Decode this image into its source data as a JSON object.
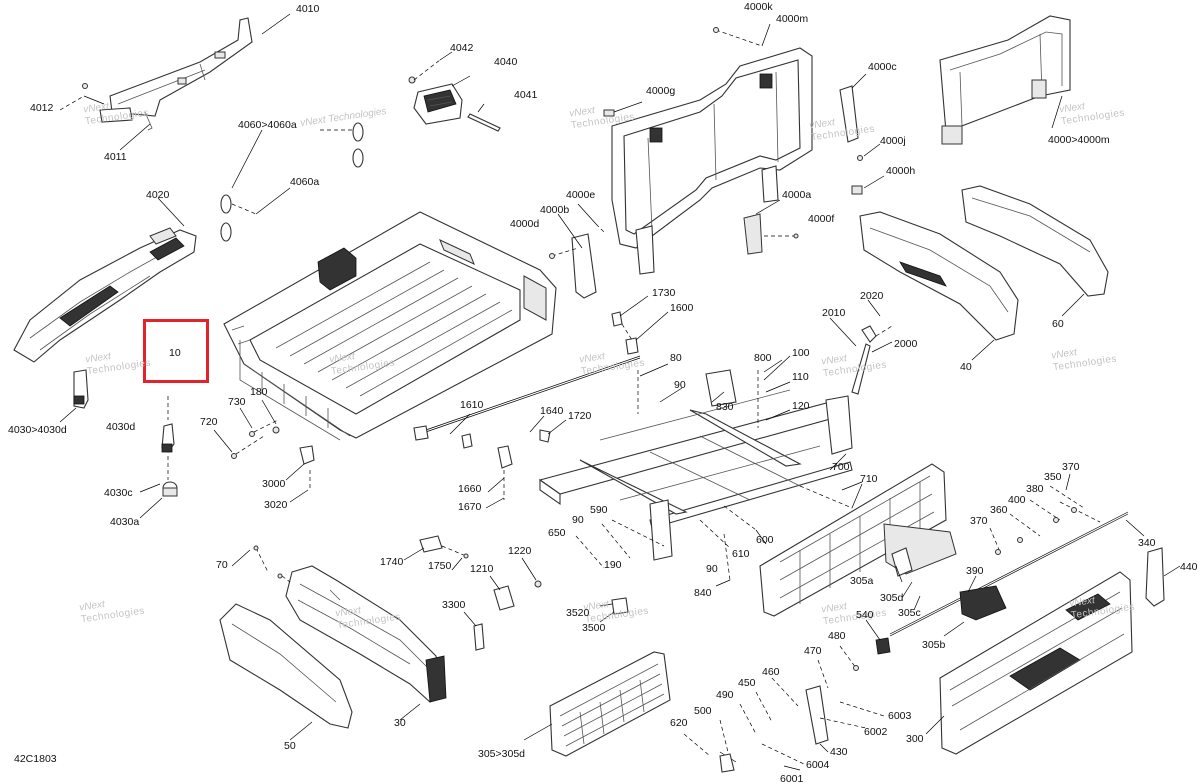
{
  "diagram_code": "42C1803",
  "highlighted_part": "10",
  "watermark": {
    "line1": "vNext",
    "line2": "Technologies",
    "line_alt": "vNext Technologies"
  },
  "labels": [
    "4010",
    "4012",
    "4011",
    "4020",
    "4042",
    "4040",
    "4041",
    "4060>4060a",
    "4060a",
    "4030>4030d",
    "4030d",
    "4030c",
    "4030a",
    "720",
    "730",
    "180",
    "3000",
    "3020",
    "4000k",
    "4000m",
    "4000g",
    "4000c",
    "4000j",
    "4000h",
    "4000>4000m",
    "4000e",
    "4000b",
    "4000d",
    "4000a",
    "4000f",
    "60",
    "40",
    "1730",
    "1600",
    "2020",
    "2010",
    "2000",
    "80",
    "800",
    "100",
    "110",
    "120",
    "90",
    "830",
    "1610",
    "1640",
    "1720",
    "1660",
    "1670",
    "700",
    "710",
    "650",
    "590",
    "90",
    "190",
    "610",
    "600",
    "90",
    "840",
    "70",
    "1740",
    "1750",
    "1220",
    "1210",
    "3300",
    "3520",
    "3500",
    "30",
    "50",
    "305>305d",
    "350",
    "370",
    "380",
    "400",
    "360",
    "370",
    "340",
    "440",
    "305a",
    "305d",
    "305c",
    "390",
    "305b",
    "540",
    "480",
    "470",
    "460",
    "450",
    "490",
    "500",
    "620",
    "6003",
    "6002",
    "430",
    "6004",
    "6001",
    "300"
  ]
}
